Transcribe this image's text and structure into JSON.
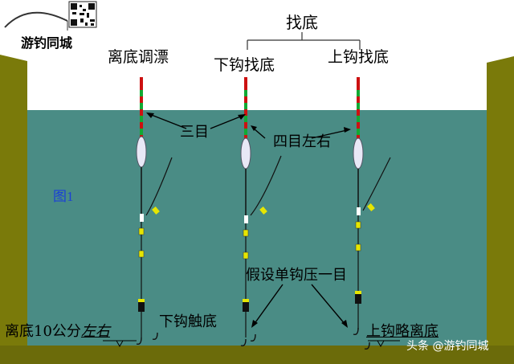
{
  "figure_label": "图1",
  "brand": "游钓同城",
  "watermark": "头条 @游钓同城",
  "group_label": "找底",
  "floats": [
    {
      "name": "离底调漂"
    },
    {
      "name": "下钩找底"
    },
    {
      "name": "上钩找底"
    }
  ],
  "annotations": {
    "three_marks": "三目",
    "four_marks": "四目左右",
    "assume": "假设单钩压一目",
    "offbottom_prefix": "离底10公分",
    "offbottom_suffix": "左右",
    "lower_touch": "下钩触底",
    "upper_off": "上钩略离底"
  },
  "colors": {
    "water": "#4a8c85",
    "bank": "#7a7a0a",
    "bottom": "#6b6b0a",
    "float_red": "#cc1111",
    "float_green": "#11aa33",
    "figure_label": "#1a3fd6"
  }
}
